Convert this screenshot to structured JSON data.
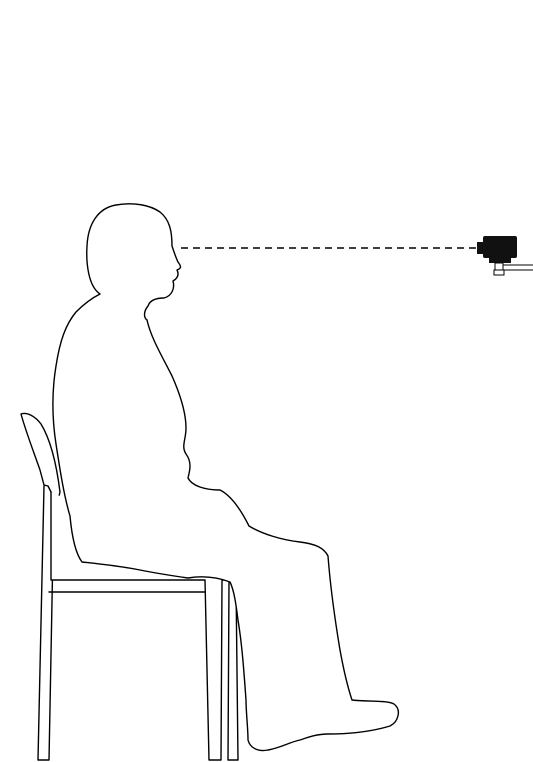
{
  "colors": {
    "background": "#ffffff",
    "line": "#000000",
    "camera_body": "#111111"
  },
  "icons": {
    "person": "seated-person-outline",
    "chair": "chair-outline",
    "camera": "camera-icon",
    "sightline": "dashed-line"
  }
}
